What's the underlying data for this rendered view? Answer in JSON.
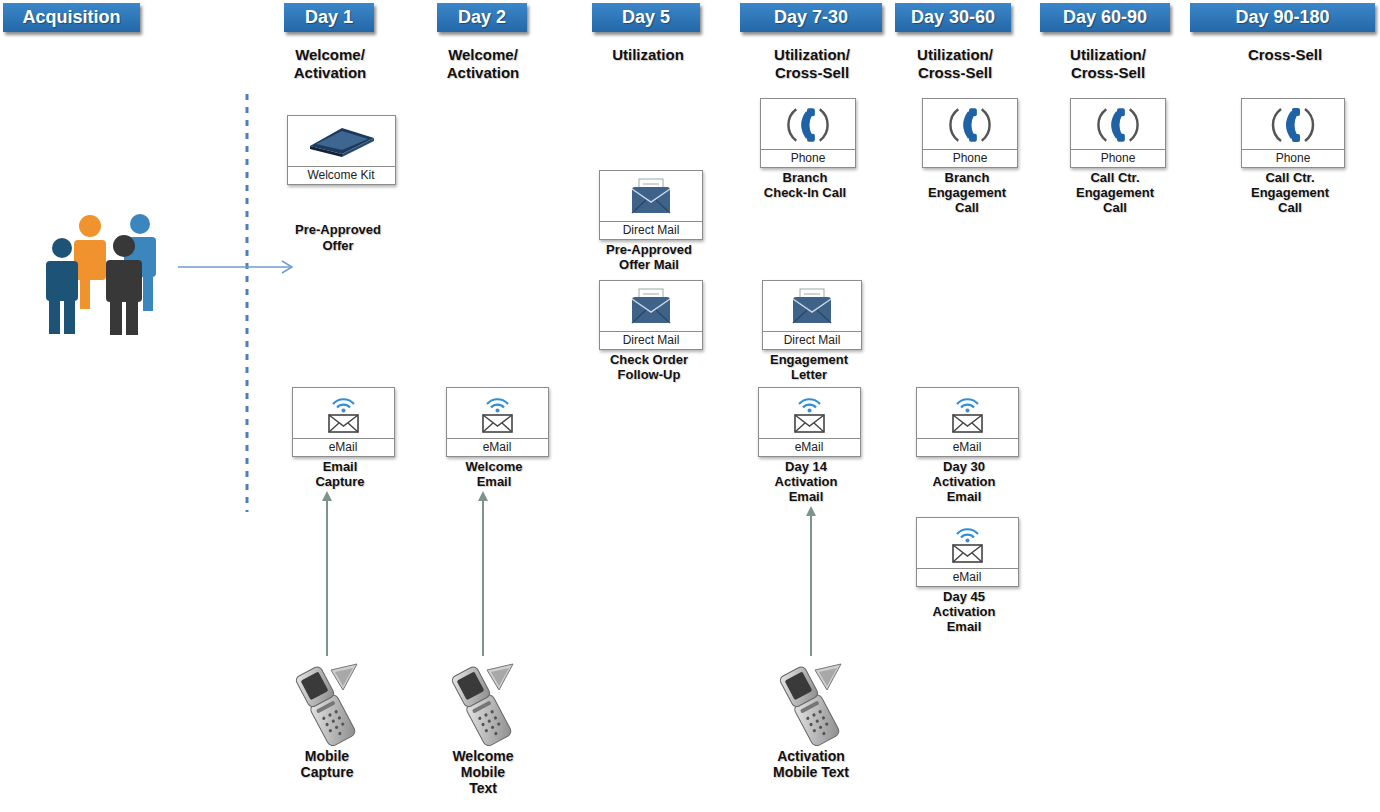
{
  "diagram": {
    "nodes": [
      {
        "text": [
          "Acquisition"
        ]
      },
      {
        "text": [
          "Day 1"
        ]
      },
      {
        "text": [
          "Day 2"
        ]
      },
      {
        "text": [
          "Day 5"
        ]
      },
      {
        "text": [
          "Day 7-30"
        ]
      },
      {
        "text": [
          "Day 30-60"
        ]
      },
      {
        "text": [
          "Day 60-90"
        ]
      },
      {
        "text": [
          "Day 90-180"
        ]
      },
      {
        "text": [
          "Welcome Kit"
        ]
      },
      {
        "text": [
          "Phone",
          "Branch Check-In Call"
        ]
      },
      {
        "text": [
          "Phone",
          "Branch Engagement Call"
        ]
      },
      {
        "text": [
          "Phone",
          "Call Ctr. Engagement Call"
        ]
      },
      {
        "text": [
          "Phone",
          "Call Ctr. Engagement Call"
        ]
      },
      {
        "text": [
          "Direct Mail",
          "Pre-Approved Offer Mail"
        ]
      },
      {
        "text": [
          "Direct Mail",
          "Check Order Follow-Up"
        ]
      },
      {
        "text": [
          "Direct Mail",
          "Engagement Letter"
        ]
      },
      {
        "text": [
          "eMail",
          "Email Capture"
        ]
      },
      {
        "text": [
          "eMail",
          "Welcome Email"
        ]
      },
      {
        "text": [
          "eMail",
          "Day 14 Activation Email"
        ]
      },
      {
        "text": [
          "eMail",
          "Day 30 Activation Email"
        ]
      },
      {
        "text": [
          "eMail",
          "Day 45 Activation Email"
        ]
      },
      {
        "text": [
          "Mobile Capture"
        ]
      },
      {
        "text": [
          "Welcome Mobile Text"
        ]
      },
      {
        "text": [
          "Activation Mobile Text"
        ]
      }
    ],
    "edges": [
      {
        "from": 21,
        "to": 16,
        "arrow": "to"
      },
      {
        "from": 22,
        "to": 17,
        "arrow": "to"
      },
      {
        "from": 23,
        "to": 18,
        "arrow": "to"
      }
    ],
    "labels": [
      "Welcome/ Activation",
      "Welcome/ Activation",
      "Utilization",
      "Utilization/ Cross-Sell",
      "Utilization/ Cross-Sell",
      "Utilization/ Cross-Sell",
      "Cross-Sell",
      "Pre-Approved Offer"
    ]
  }
}
